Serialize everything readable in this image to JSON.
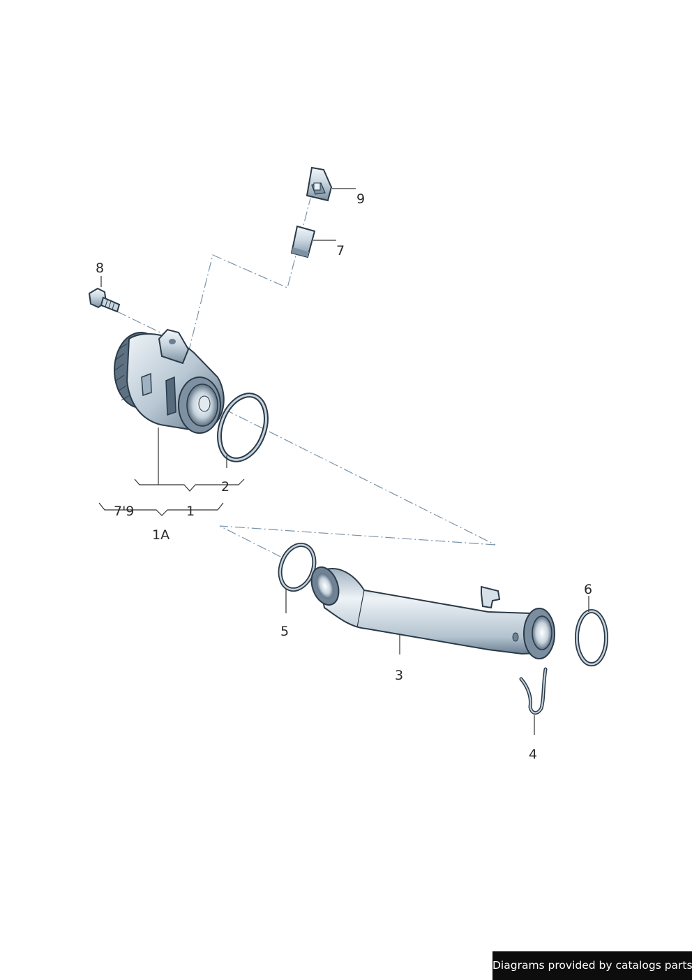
{
  "callouts": {
    "c1": "1",
    "c1A": "1A",
    "c2": "2",
    "c3": "3",
    "c4": "4",
    "c5": "5",
    "c6": "6",
    "c7": "7",
    "c8": "8",
    "c9": "9",
    "c7_9": "7'9"
  },
  "credit": "Diagrams provided by catalogs parts",
  "colors": {
    "part_fill_light": "#e8f0f6",
    "part_fill_mid": "#b7c7d4",
    "part_fill_dark": "#6f8394",
    "outline": "#2b3a48",
    "dash_line": "#7a93a8",
    "banner_bg": "#0d0d0d",
    "banner_text": "#ffffff"
  }
}
